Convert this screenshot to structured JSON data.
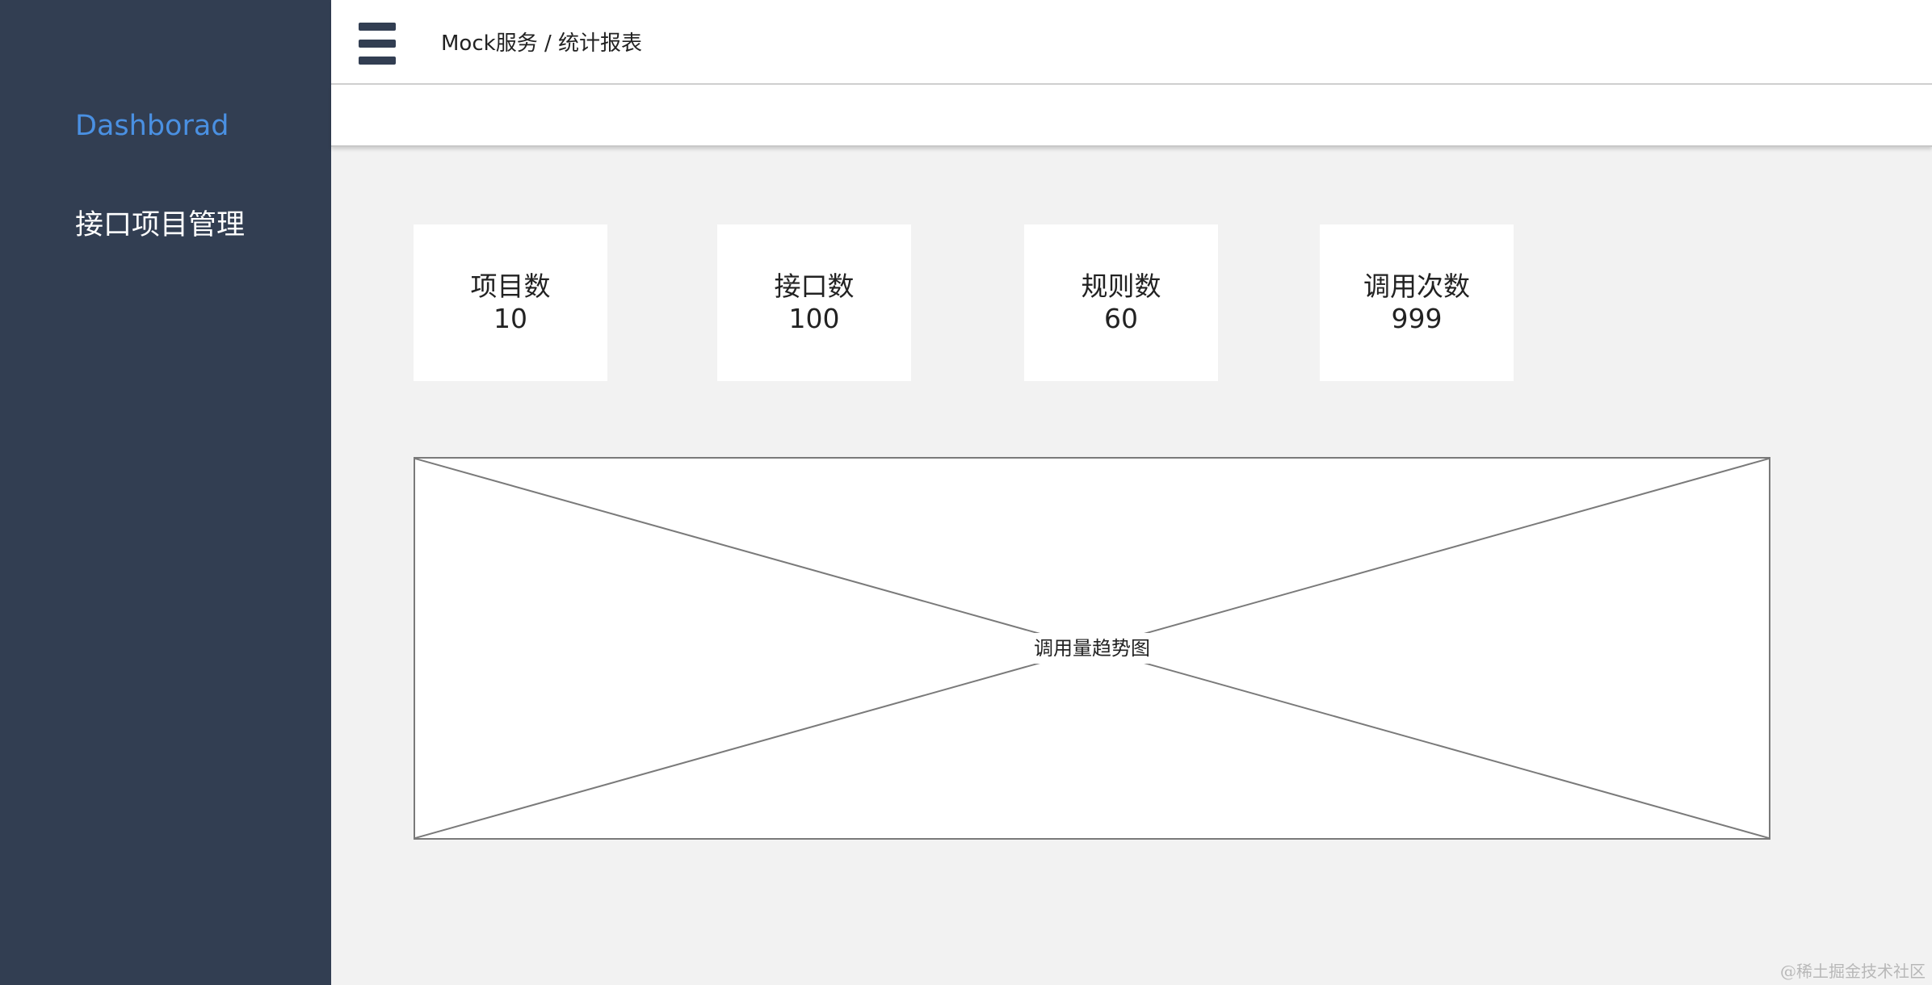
{
  "sidebar": {
    "items": [
      {
        "label": "Dashborad",
        "active": true
      },
      {
        "label": "接口项目管理",
        "active": false
      }
    ]
  },
  "header": {
    "menu_icon": "hamburger-menu-icon",
    "breadcrumb": "Mock服务 / 统计报表"
  },
  "stats": [
    {
      "label": "项目数",
      "value": "10"
    },
    {
      "label": "接口数",
      "value": "100"
    },
    {
      "label": "规则数",
      "value": "60"
    },
    {
      "label": "调用次数",
      "value": "999"
    }
  ],
  "chart_placeholder": {
    "label": "调用量趋势图"
  },
  "watermark": "@稀土掘金技术社区",
  "colors": {
    "sidebar_bg": "#323e52",
    "active_link": "#4a90e2",
    "page_bg": "#f2f2f2"
  }
}
